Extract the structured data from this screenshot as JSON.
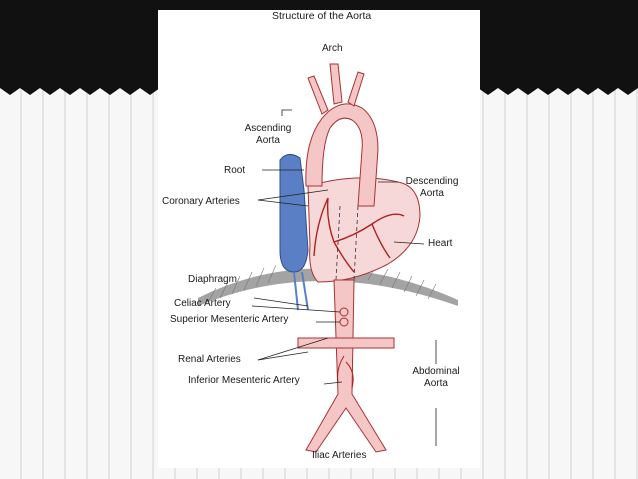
{
  "diagram": {
    "title": "Structure of the Aorta",
    "labels": {
      "arch": "Arch",
      "ascending_aorta_line1": "Ascending",
      "ascending_aorta_line2": "Aorta",
      "root": "Root",
      "coronary_arteries": "Coronary Arteries",
      "descending_aorta_line1": "Descending",
      "descending_aorta_line2": "Aorta",
      "heart": "Heart",
      "diaphragm": "Diaphragm",
      "celiac_artery": "Celiac Artery",
      "superior_mesenteric_artery": "Superior Mesenteric Artery",
      "renal_arteries": "Renal Arteries",
      "inferior_mesenteric_artery": "Inferior Mesenteric Artery",
      "abdominal_aorta_line1": "Abdominal",
      "abdominal_aorta_line2": "Aorta",
      "iliac_arteries": "Iliac Arteries"
    },
    "colors": {
      "aorta_fill": "#f4c6c6",
      "aorta_stroke": "#a83232",
      "vein_fill": "#5a7fc4",
      "heart_fill": "#f7d8d8",
      "diaphragm_fill": "#9a9a9a",
      "vessel_line": "#b02020"
    }
  },
  "slide": {
    "background_top": "#111111",
    "background_stripes": "#f3f3f3"
  }
}
